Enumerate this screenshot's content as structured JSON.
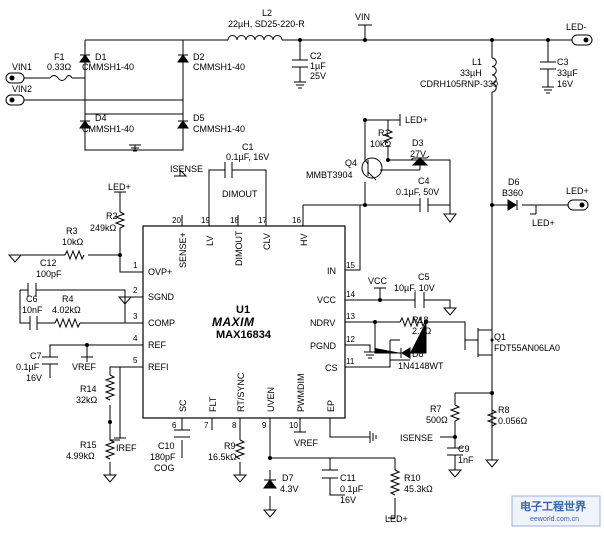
{
  "ic": {
    "ref": "U1",
    "brand": "MAXIM",
    "part": "MAX16834",
    "pins": {
      "p1": "OVP+",
      "p2": "SGND",
      "p3": "COMP",
      "p4": "REF",
      "p5": "REFI",
      "p6": "SC",
      "p7": "FLT",
      "p8": "RT/SYNC",
      "p9": "UVEN",
      "p10": "PWMDIM",
      "ep": "EP",
      "p11": "CS",
      "p12": "PGND",
      "p13": "NDRV",
      "p14": "VCC",
      "p15": "IN",
      "p16": "HV",
      "p17": "CLV",
      "p18": "DIMOUT",
      "p19": "LV",
      "p20": "SENSE+"
    },
    "pin_numbers": [
      "1",
      "2",
      "3",
      "4",
      "5",
      "6",
      "7",
      "8",
      "9",
      "10",
      "11",
      "12",
      "13",
      "14",
      "15",
      "16",
      "17",
      "18",
      "19",
      "20"
    ]
  },
  "nets": {
    "vin": "VIN",
    "vin1": "VIN1",
    "vin2": "VIN2",
    "vref": "VREF",
    "iref": "IREF",
    "isense": "ISENSE",
    "led_plus": "LED+",
    "led_minus": "LED-",
    "vcc": "VCC",
    "dimout": "DIMOUT"
  },
  "components": {
    "f1": {
      "ref": "F1",
      "value": "0.33Ω"
    },
    "d1": {
      "ref": "D1",
      "value": "CMMSH1-40"
    },
    "d2": {
      "ref": "D2",
      "value": "CMMSH1-40"
    },
    "d4": {
      "ref": "D4",
      "value": "CMMSH1-40"
    },
    "d5": {
      "ref": "D5",
      "value": "CMMSH1-40"
    },
    "l2": {
      "ref": "L2",
      "value": "22µH, SD25-220-R"
    },
    "c2": {
      "ref": "C2",
      "value": "1µF",
      "rating": "25V"
    },
    "l1": {
      "ref": "L1",
      "value": "33µH",
      "part": "CDRH105RNP-330"
    },
    "c3": {
      "ref": "C3",
      "value": "33µF",
      "rating": "16V"
    },
    "r1": {
      "ref": "R1",
      "value": "10kΩ"
    },
    "d3": {
      "ref": "D3",
      "value": "27V"
    },
    "q4": {
      "ref": "Q4",
      "value": "MMBT3904"
    },
    "c4": {
      "ref": "C4",
      "value": "0.1µF, 50V"
    },
    "d6": {
      "ref": "D6",
      "value": "B360"
    },
    "c1": {
      "ref": "C1",
      "value": "0.1µF, 16V"
    },
    "r2": {
      "ref": "R2",
      "value": "249kΩ"
    },
    "r3": {
      "ref": "R3",
      "value": "10kΩ"
    },
    "c12": {
      "ref": "C12",
      "value": "100pF"
    },
    "c6": {
      "ref": "C6",
      "value": "10nF"
    },
    "r4": {
      "ref": "R4",
      "value": "4.02kΩ"
    },
    "c7": {
      "ref": "C7",
      "value": "0.1µF",
      "rating": "16V"
    },
    "r14": {
      "ref": "R14",
      "value": "32kΩ"
    },
    "r15": {
      "ref": "R15",
      "value": "4.99kΩ"
    },
    "c10": {
      "ref": "C10",
      "value": "180pF",
      "type": "COG"
    },
    "r9": {
      "ref": "R9",
      "value": "16.5kΩ"
    },
    "d7": {
      "ref": "D7",
      "value": "4.3V"
    },
    "c11": {
      "ref": "C11",
      "value": "0.1µF",
      "rating": "16V"
    },
    "r10": {
      "ref": "R10",
      "value": "45.3kΩ"
    },
    "c5": {
      "ref": "C5",
      "value": "10µF, 10V"
    },
    "r18": {
      "ref": "R18",
      "value": "2.2Ω"
    },
    "d8": {
      "ref": "D8",
      "value": "1N4148WT"
    },
    "q1": {
      "ref": "Q1",
      "value": "FDT55AN06LA0"
    },
    "r7": {
      "ref": "R7",
      "value": "500Ω"
    },
    "r8": {
      "ref": "R8",
      "value": "0.056Ω"
    },
    "c9": {
      "ref": "C9",
      "value": "1nF"
    }
  },
  "watermark": {
    "title": "电子工程世界",
    "url": "eeworld.com.cn"
  }
}
